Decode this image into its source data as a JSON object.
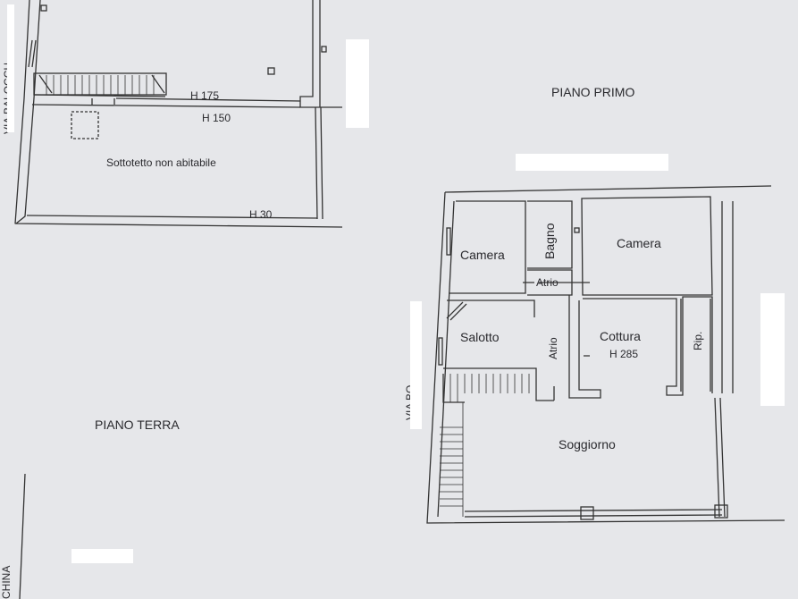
{
  "titles": {
    "piano_primo": "PIANO PRIMO",
    "piano_terra": "PIANO TERRA"
  },
  "attic": {
    "heights": [
      "H 175",
      "H 150",
      "H 30"
    ],
    "label": "Sottotetto non abitabile"
  },
  "streets": {
    "top_left": "VIA BALOCCH",
    "middle": "VIA BO",
    "bottom_left": "CHINA"
  },
  "rooms": {
    "camera_left": "Camera",
    "bagno": "Bagno",
    "camera_right": "Camera",
    "atrio_top": "Atrio",
    "salotto": "Salotto",
    "atrio_mid": "Atrio",
    "cottura": "Cottura",
    "cottura_height": "H 285",
    "ripostiglio": "Rip.",
    "soggiorno": "Soggiorno"
  },
  "colors": {
    "paper": "#e6e7ea",
    "ink": "#2a2a2e",
    "redaction": "#ffffff"
  }
}
